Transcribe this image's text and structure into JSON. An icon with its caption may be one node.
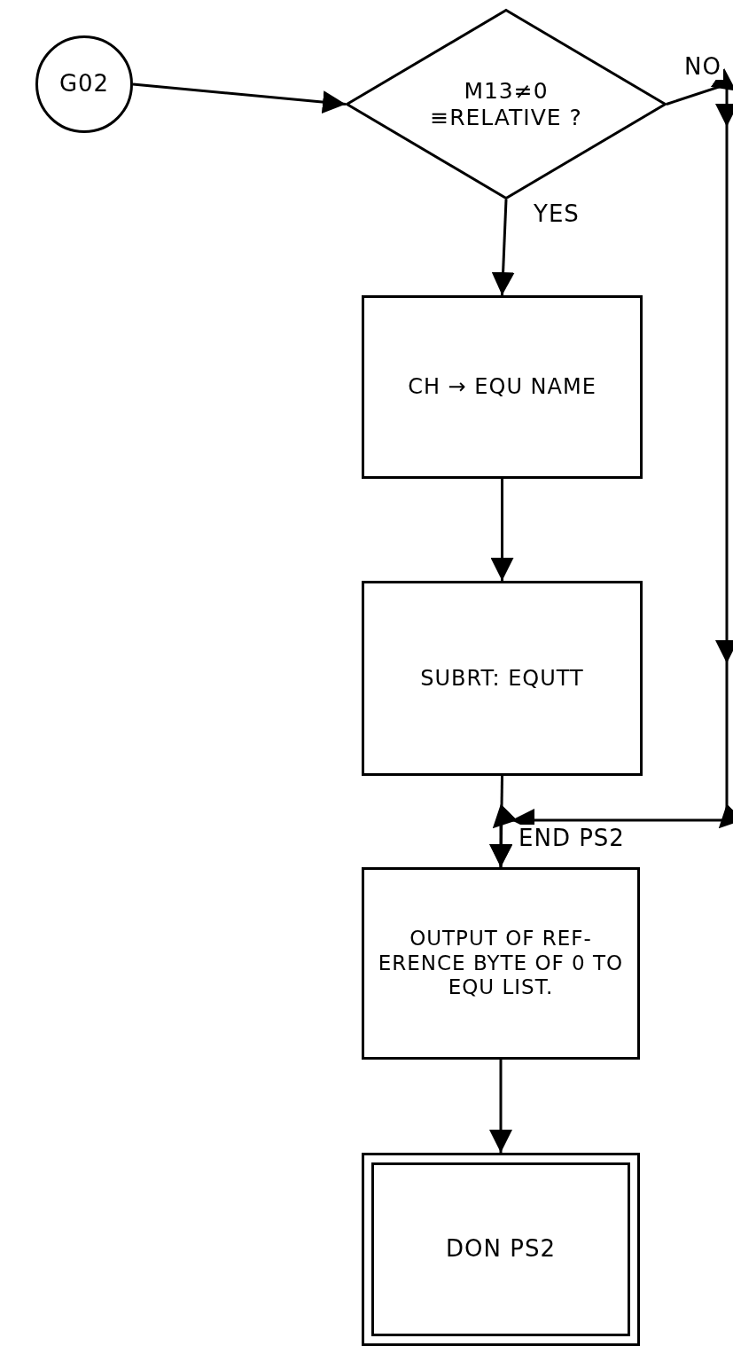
{
  "diagram": {
    "nodes": [
      {
        "text": [
          "G02"
        ]
      },
      {
        "text": [
          "M13≠0 ≡RELATIVE ?"
        ]
      },
      {
        "text": [
          "CH → EQU NAME"
        ]
      },
      {
        "text": [
          "SUBRT: EQUTT"
        ]
      },
      {
        "text": [
          "OUTPUT OF REF- ERENCE BYTE OF 0 TO EQU LIST."
        ]
      },
      {
        "text": [
          "DON PS2"
        ]
      }
    ],
    "edges": [
      {
        "from": 0,
        "to": 1,
        "arrow": "to"
      },
      {
        "from": 1,
        "to": 2,
        "arrow": "to",
        "label": "YES"
      },
      {
        "from": 2,
        "to": 3,
        "arrow": "to"
      },
      {
        "from": 3,
        "to": 4,
        "arrow": "to"
      },
      {
        "from": 1,
        "to": 4,
        "arrow": "to",
        "label": "NO"
      },
      {
        "from": 4,
        "to": 5,
        "arrow": "to"
      }
    ],
    "labels": [
      "END PS2"
    ]
  }
}
